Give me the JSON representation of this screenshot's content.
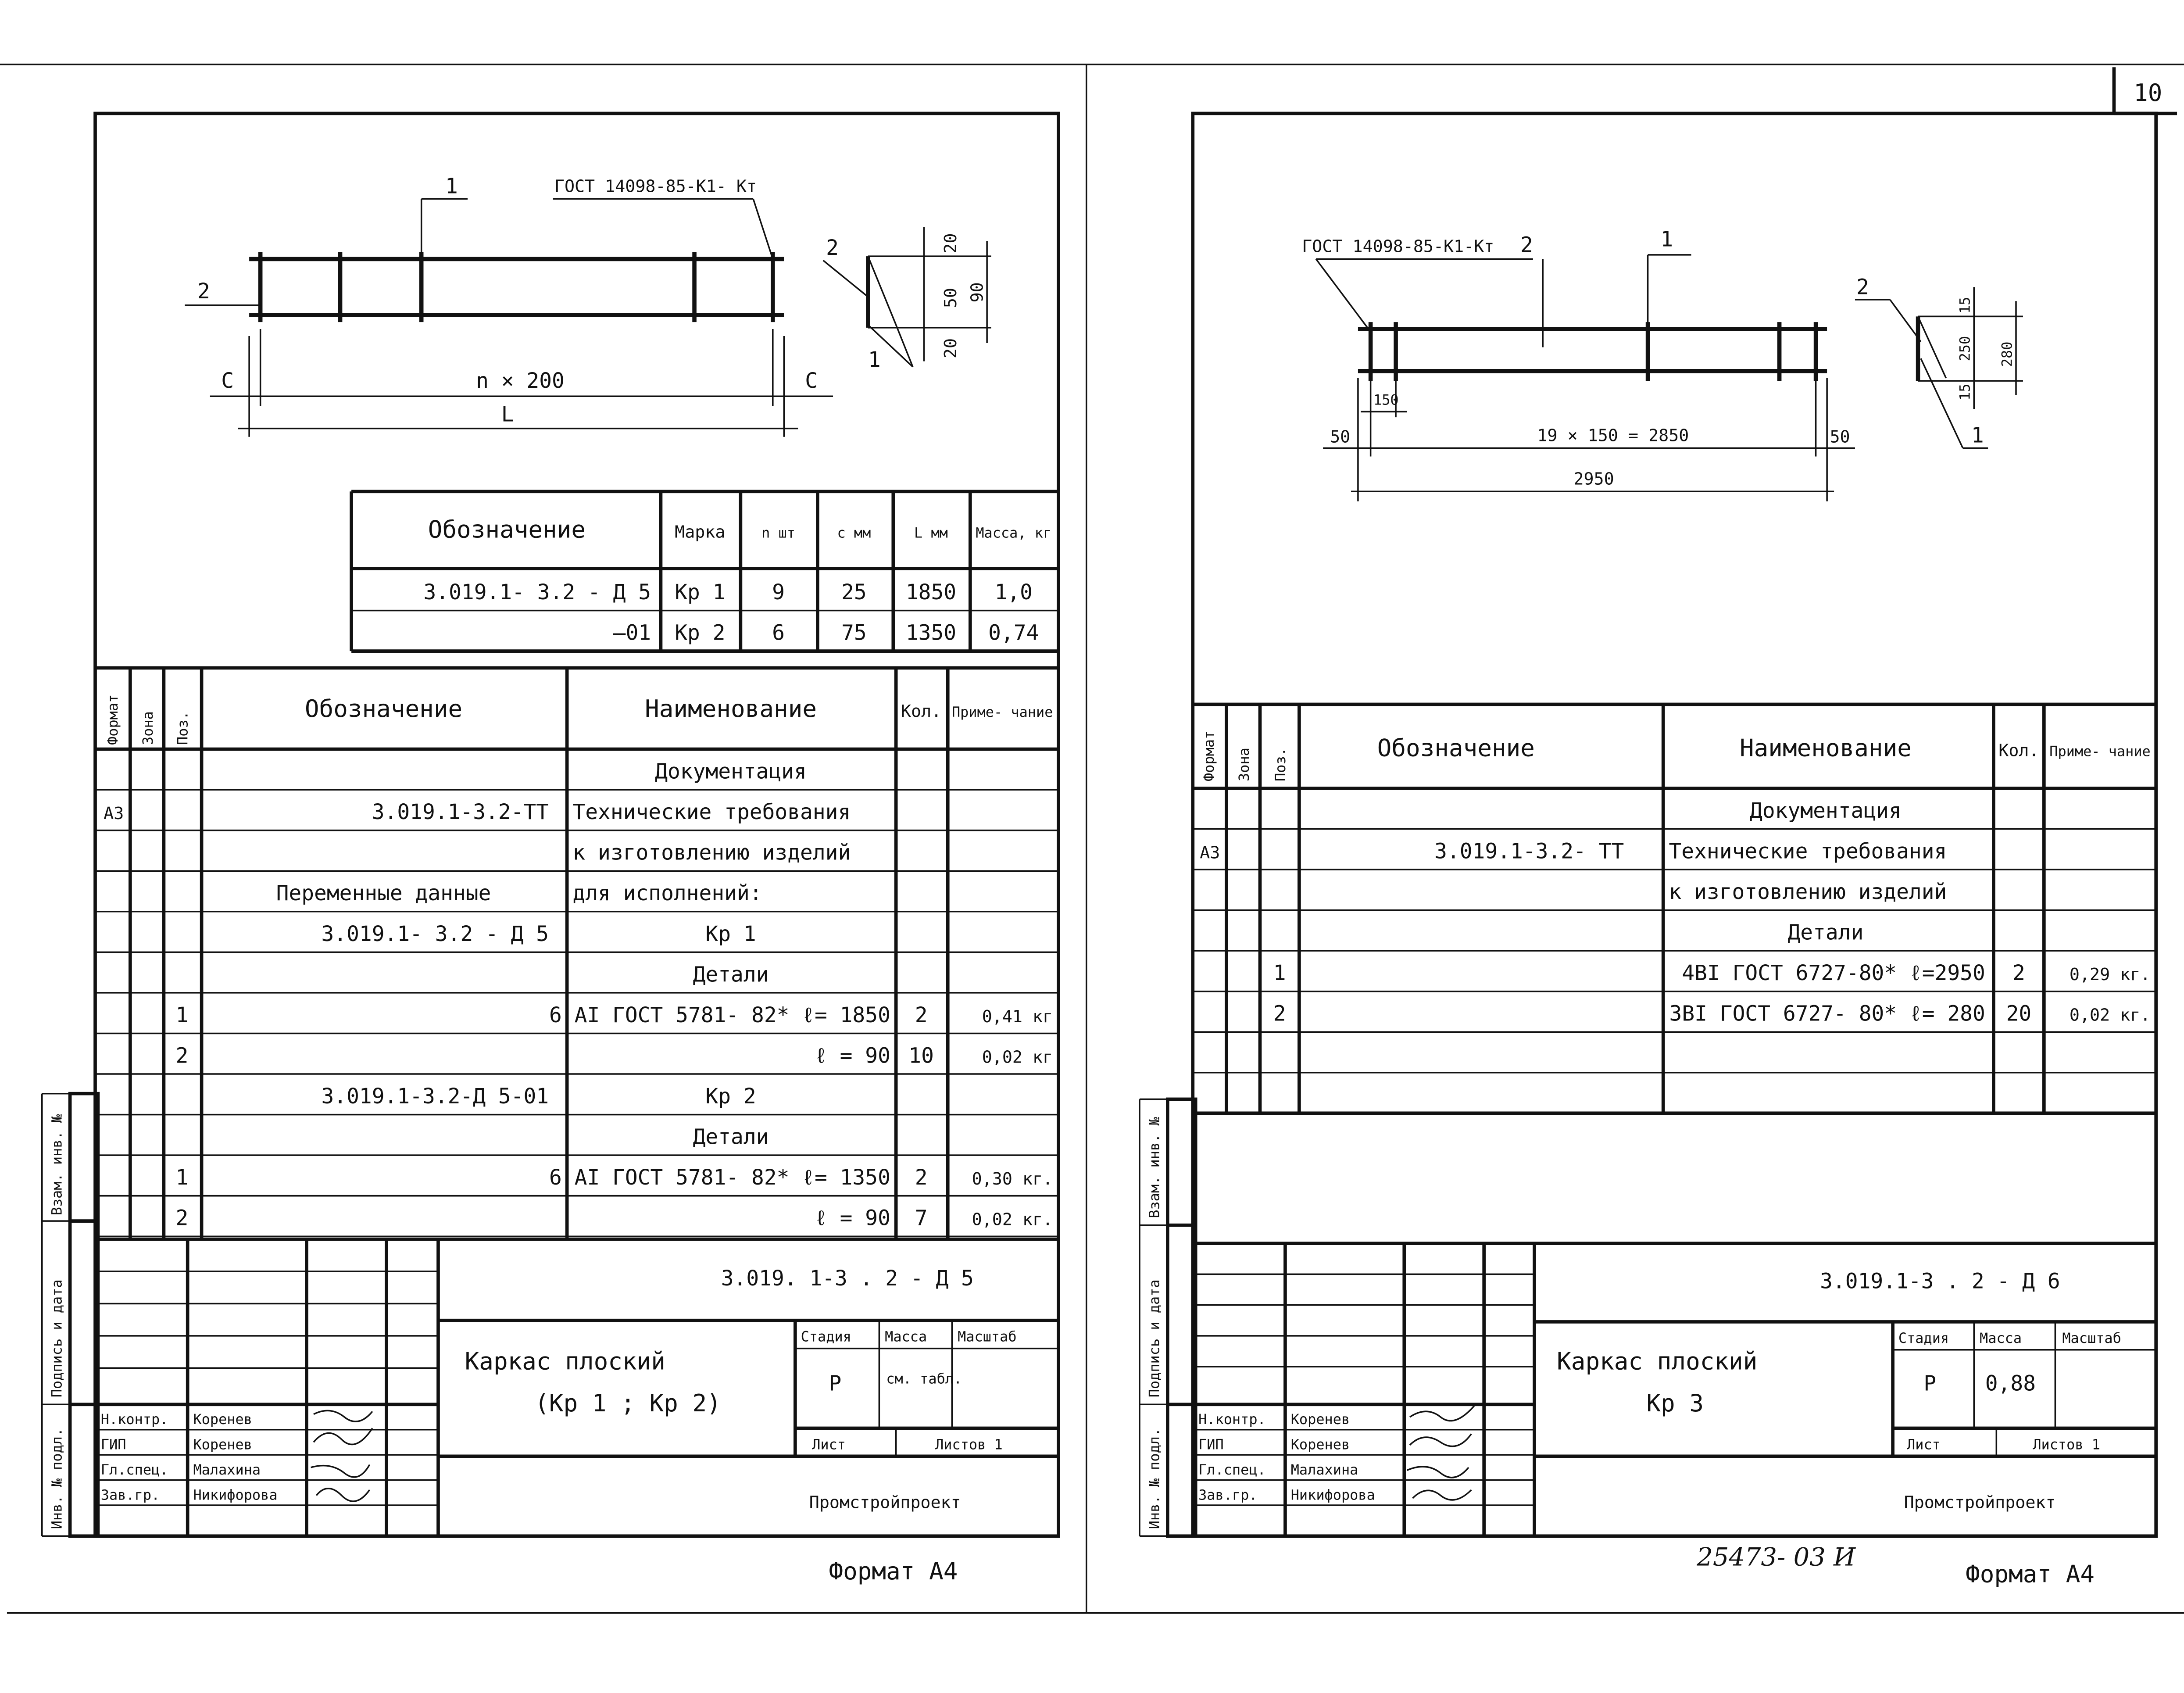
{
  "page_number": "10",
  "left": {
    "drawing": {
      "pos1": "1",
      "pos2": "2",
      "pos1_side": "1",
      "pos2_side": "2",
      "gost": "ГОСТ 14098-85-К1- Кт",
      "c_left": "С",
      "c_right": "С",
      "n200": "n × 200",
      "L": "L",
      "d20a": "20",
      "d50": "50",
      "d20b": "20",
      "d90": "90"
    },
    "marks_table": {
      "headers": [
        "Обозначение",
        "Марка",
        "n шт",
        "с мм",
        "L мм",
        "Масса, кг"
      ],
      "rows": [
        [
          "3.019.1- 3.2 - Д 5",
          "Кр 1",
          "9",
          "25",
          "1850",
          "1,0"
        ],
        [
          "—01",
          "Кр 2",
          "6",
          "75",
          "1350",
          "0,74"
        ]
      ]
    },
    "spec": {
      "headers": [
        "Формат",
        "Зона",
        "Поз.",
        "Обозначение",
        "Наименование",
        "Кол.",
        "Приме- чание"
      ],
      "rows": [
        [
          "",
          "",
          "",
          "",
          "Документация",
          "",
          ""
        ],
        [
          "А3",
          "",
          "",
          "3.019.1-3.2-ТТ",
          "Технические требования",
          "",
          ""
        ],
        [
          "",
          "",
          "",
          "",
          "к изготовлению изделий",
          "",
          ""
        ],
        [
          "",
          "",
          "",
          "Переменные данные",
          "для исполнений:",
          "",
          ""
        ],
        [
          "",
          "",
          "",
          "3.019.1- 3.2 - Д 5",
          "Кр 1",
          "",
          ""
        ],
        [
          "",
          "",
          "",
          "",
          "Детали",
          "",
          ""
        ],
        [
          "",
          "",
          "1",
          "",
          "6 АI ГОСТ 5781- 82* ℓ= 1850",
          "2",
          "0,41 кг"
        ],
        [
          "",
          "",
          "2",
          "",
          "ℓ = 90",
          "10",
          "0,02 кг"
        ],
        [
          "",
          "",
          "",
          "3.019.1-3.2-Д 5-01",
          "Кр 2",
          "",
          ""
        ],
        [
          "",
          "",
          "",
          "",
          "Детали",
          "",
          ""
        ],
        [
          "",
          "",
          "1",
          "",
          "6 АI ГОСТ 5781- 82* ℓ= 1350",
          "2",
          "0,30 кг."
        ],
        [
          "",
          "",
          "2",
          "",
          "ℓ = 90",
          "7",
          "0,02 кг."
        ]
      ]
    },
    "title_block": {
      "code": "3.019. 1-3 . 2 - Д 5",
      "title_line1": "Каркас плоский",
      "title_line2": "(Кр 1 ; Кр 2)",
      "stage_h": "Стадия",
      "mass_h": "Масса",
      "scale_h": "Масштаб",
      "stage": "Р",
      "mass": "см. табл.",
      "scale": "",
      "sheet_h": "Лист",
      "sheets_h": "Листов 1",
      "org": "Промстройпроект",
      "people": [
        [
          "Н.контр.",
          "Коренев"
        ],
        [
          "ГИП",
          "Коренев"
        ],
        [
          "Гл.спец.",
          "Малахина"
        ],
        [
          "Зав.гр.",
          "Никифорова"
        ]
      ]
    },
    "format": "Формат А4",
    "side_labels": [
      "Взам. инв. №",
      "Подпись и дата",
      "Инв. № подл."
    ]
  },
  "right": {
    "drawing": {
      "gost": "ГОСТ 14098-85-К1-Кт",
      "pos2": "2",
      "pos1": "1",
      "pos2_side": "2",
      "pos1_side": "1",
      "d150": "150",
      "d50l": "50",
      "d50r": "50",
      "span": "19 × 150 = 2850",
      "total": "2950",
      "d15a": "15",
      "d250": "250",
      "d15b": "15",
      "d280": "280"
    },
    "spec": {
      "headers": [
        "Формат",
        "Зона",
        "Поз.",
        "Обозначение",
        "Наименование",
        "Кол.",
        "Приме- чание"
      ],
      "rows": [
        [
          "",
          "",
          "",
          "",
          "Документация",
          "",
          ""
        ],
        [
          "А3",
          "",
          "",
          "3.019.1-3.2- ТТ",
          "Технические требования",
          "",
          ""
        ],
        [
          "",
          "",
          "",
          "",
          "к изготовлению изделий",
          "",
          ""
        ],
        [
          "",
          "",
          "",
          "",
          "Детали",
          "",
          ""
        ],
        [
          "",
          "",
          "1",
          "",
          "4ВI ГОСТ 6727-80* ℓ=2950",
          "2",
          "0,29 кг."
        ],
        [
          "",
          "",
          "2",
          "",
          "3ВI ГОСТ 6727- 80* ℓ= 280",
          "20",
          "0,02 кг."
        ],
        [
          "",
          "",
          "",
          "",
          "",
          "",
          ""
        ]
      ]
    },
    "title_block": {
      "code": "3.019.1-3 . 2 - Д 6",
      "title_line1": "Каркас плоский",
      "title_line2": "Кр 3",
      "stage_h": "Стадия",
      "mass_h": "Масса",
      "scale_h": "Масштаб",
      "stage": "Р",
      "mass": "0,88",
      "scale": "",
      "sheet_h": "Лист",
      "sheets_h": "Листов 1",
      "org": "Промстройпроект",
      "people": [
        [
          "Н.контр.",
          "Коренев"
        ],
        [
          "ГИП",
          "Коренев"
        ],
        [
          "Гл.спец.",
          "Малахина"
        ],
        [
          "Зав.гр.",
          "Никифорова"
        ]
      ]
    },
    "format": "Формат А4",
    "stamp": "25473- 03 И",
    "side_labels": [
      "Взам. инв. №",
      "Подпись и дата",
      "Инв. № подл."
    ]
  }
}
